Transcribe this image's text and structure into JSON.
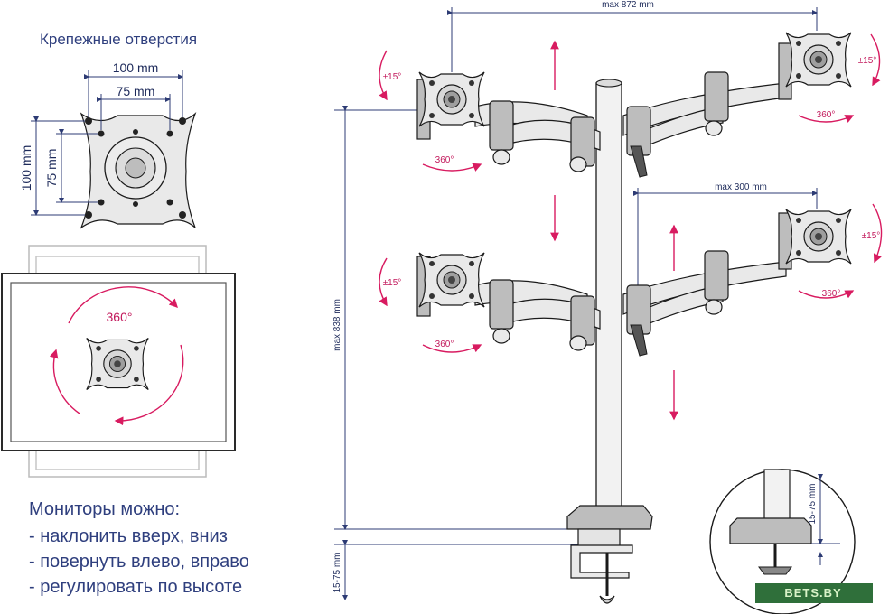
{
  "mount_holes_title": "Крепежные отверстия",
  "dims": {
    "h100": "100 mm",
    "h75": "75 mm",
    "v100": "100 mm",
    "v75": "75 mm",
    "max_width": "max 872 mm",
    "max_arm": "max 300 mm",
    "max_height": "max 838 mm",
    "clamp_left": "15-75 mm",
    "clamp_detail": "15-75 mm"
  },
  "rotation": {
    "swivel_360": "360°",
    "tilt_15": "±15°"
  },
  "features": {
    "heading": "Мониторы можно:",
    "items": [
      "- наклонить вверх, вниз",
      "- повернуть влево, вправо",
      "- регулировать по высоте"
    ]
  },
  "watermark": "BETS.BY",
  "colors": {
    "dimension": "#2d3b74",
    "rotation": "#d81b60",
    "text": "#2f3f7e"
  },
  "icons": [
    "vesa-plate-icon",
    "rotation-arrow-icon",
    "clamp-detail-icon"
  ]
}
